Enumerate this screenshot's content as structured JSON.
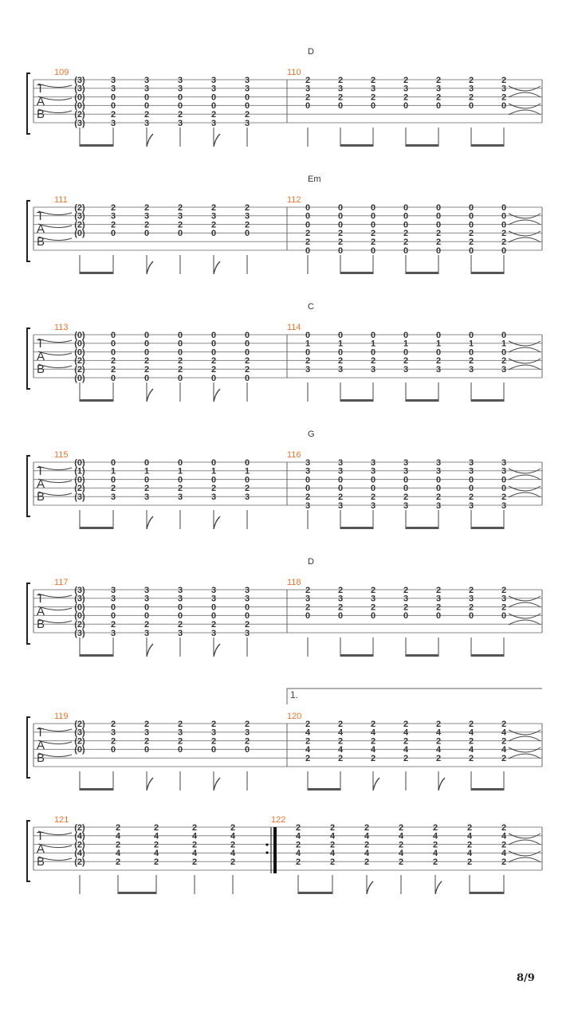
{
  "page": {
    "page_number": "8/9"
  },
  "colors": {
    "measure_number": "#e8742a",
    "staff": "#888888",
    "notes": "#333333"
  },
  "systems": [
    {
      "measures": [
        {
          "number": "109",
          "chord": "",
          "columns": [
            [
              "(3)",
              "(3)",
              "(0)",
              "(0)",
              "(2)",
              "(3)"
            ],
            [
              "3",
              "3",
              "0",
              "0",
              "2",
              "3"
            ],
            [
              "3",
              "3",
              "0",
              "0",
              "2",
              "3"
            ],
            [
              "3",
              "3",
              "0",
              "0",
              "2",
              "3"
            ],
            [
              "3",
              "3",
              "0",
              "0",
              "2",
              "3"
            ],
            [
              "3",
              "3",
              "0",
              "0",
              "2",
              "3"
            ]
          ],
          "rhythm": [
            [
              "beam",
              0,
              1
            ],
            [
              "flag",
              2
            ],
            [
              "stem",
              3
            ],
            [
              "flag",
              4
            ],
            [
              "stem",
              5
            ]
          ]
        },
        {
          "number": "110",
          "chord": "D",
          "columns": [
            [
              "2",
              "3",
              "2",
              "0",
              "",
              ""
            ],
            [
              "2",
              "3",
              "2",
              "0",
              "",
              ""
            ],
            [
              "2",
              "3",
              "2",
              "0",
              "",
              ""
            ],
            [
              "2",
              "3",
              "2",
              "0",
              "",
              ""
            ],
            [
              "2",
              "3",
              "2",
              "0",
              "",
              ""
            ],
            [
              "2",
              "3",
              "2",
              "0",
              "",
              ""
            ],
            [
              "2",
              "3",
              "2",
              "0",
              "",
              ""
            ]
          ],
          "rhythm": [
            [
              "stem",
              0
            ],
            [
              "beam",
              1,
              2
            ],
            [
              "beam",
              3,
              4
            ],
            [
              "beam",
              5,
              6
            ]
          ]
        }
      ]
    },
    {
      "measures": [
        {
          "number": "111",
          "chord": "",
          "columns": [
            [
              "(2)",
              "(3)",
              "(2)",
              "(0)",
              "",
              ""
            ],
            [
              "2",
              "3",
              "2",
              "0",
              "",
              ""
            ],
            [
              "2",
              "3",
              "2",
              "0",
              "",
              ""
            ],
            [
              "2",
              "3",
              "2",
              "0",
              "",
              ""
            ],
            [
              "2",
              "3",
              "2",
              "0",
              "",
              ""
            ],
            [
              "2",
              "3",
              "2",
              "0",
              "",
              ""
            ]
          ],
          "rhythm": [
            [
              "beam",
              0,
              1
            ],
            [
              "flag",
              2
            ],
            [
              "stem",
              3
            ],
            [
              "flag",
              4
            ],
            [
              "stem",
              5
            ]
          ]
        },
        {
          "number": "112",
          "chord": "Em",
          "columns": [
            [
              "0",
              "0",
              "0",
              "2",
              "2",
              "0"
            ],
            [
              "0",
              "0",
              "0",
              "2",
              "2",
              "0"
            ],
            [
              "0",
              "0",
              "0",
              "2",
              "2",
              "0"
            ],
            [
              "0",
              "0",
              "0",
              "2",
              "2",
              "0"
            ],
            [
              "0",
              "0",
              "0",
              "2",
              "2",
              "0"
            ],
            [
              "0",
              "0",
              "0",
              "2",
              "2",
              "0"
            ],
            [
              "0",
              "0",
              "0",
              "2",
              "2",
              "0"
            ]
          ],
          "rhythm": [
            [
              "stem",
              0
            ],
            [
              "beam",
              1,
              2
            ],
            [
              "beam",
              3,
              4
            ],
            [
              "beam",
              5,
              6
            ]
          ]
        }
      ]
    },
    {
      "measures": [
        {
          "number": "113",
          "chord": "",
          "columns": [
            [
              "(0)",
              "(0)",
              "(0)",
              "(2)",
              "(2)",
              "(0)"
            ],
            [
              "0",
              "0",
              "0",
              "2",
              "2",
              "0"
            ],
            [
              "0",
              "0",
              "0",
              "2",
              "2",
              "0"
            ],
            [
              "0",
              "0",
              "0",
              "2",
              "2",
              "0"
            ],
            [
              "0",
              "0",
              "0",
              "2",
              "2",
              "0"
            ],
            [
              "0",
              "0",
              "0",
              "2",
              "2",
              "0"
            ]
          ],
          "rhythm": [
            [
              "beam",
              0,
              1
            ],
            [
              "flag",
              2
            ],
            [
              "stem",
              3
            ],
            [
              "flag",
              4
            ],
            [
              "stem",
              5
            ]
          ]
        },
        {
          "number": "114",
          "chord": "C",
          "columns": [
            [
              "0",
              "1",
              "0",
              "2",
              "3",
              ""
            ],
            [
              "0",
              "1",
              "0",
              "2",
              "3",
              ""
            ],
            [
              "0",
              "1",
              "0",
              "2",
              "3",
              ""
            ],
            [
              "0",
              "1",
              "0",
              "2",
              "3",
              ""
            ],
            [
              "0",
              "1",
              "0",
              "2",
              "3",
              ""
            ],
            [
              "0",
              "1",
              "0",
              "2",
              "3",
              ""
            ],
            [
              "0",
              "1",
              "0",
              "2",
              "3",
              ""
            ]
          ],
          "rhythm": [
            [
              "stem",
              0
            ],
            [
              "beam",
              1,
              2
            ],
            [
              "beam",
              3,
              4
            ],
            [
              "beam",
              5,
              6
            ]
          ]
        }
      ]
    },
    {
      "measures": [
        {
          "number": "115",
          "chord": "",
          "columns": [
            [
              "(0)",
              "(1)",
              "(0)",
              "(2)",
              "(3)",
              ""
            ],
            [
              "0",
              "1",
              "0",
              "2",
              "3",
              ""
            ],
            [
              "0",
              "1",
              "0",
              "2",
              "3",
              ""
            ],
            [
              "0",
              "1",
              "0",
              "2",
              "3",
              ""
            ],
            [
              "0",
              "1",
              "0",
              "2",
              "3",
              ""
            ],
            [
              "0",
              "1",
              "0",
              "2",
              "3",
              ""
            ]
          ],
          "rhythm": [
            [
              "beam",
              0,
              1
            ],
            [
              "flag",
              2
            ],
            [
              "stem",
              3
            ],
            [
              "flag",
              4
            ],
            [
              "stem",
              5
            ]
          ]
        },
        {
          "number": "116",
          "chord": "G",
          "columns": [
            [
              "3",
              "3",
              "0",
              "0",
              "2",
              "3"
            ],
            [
              "3",
              "3",
              "0",
              "0",
              "2",
              "3"
            ],
            [
              "3",
              "3",
              "0",
              "0",
              "2",
              "3"
            ],
            [
              "3",
              "3",
              "0",
              "0",
              "2",
              "3"
            ],
            [
              "3",
              "3",
              "0",
              "0",
              "2",
              "3"
            ],
            [
              "3",
              "3",
              "0",
              "0",
              "2",
              "3"
            ],
            [
              "3",
              "3",
              "0",
              "0",
              "2",
              "3"
            ]
          ],
          "rhythm": [
            [
              "stem",
              0
            ],
            [
              "beam",
              1,
              2
            ],
            [
              "beam",
              3,
              4
            ],
            [
              "beam",
              5,
              6
            ]
          ]
        }
      ]
    },
    {
      "measures": [
        {
          "number": "117",
          "chord": "",
          "columns": [
            [
              "(3)",
              "(3)",
              "(0)",
              "(0)",
              "(2)",
              "(3)"
            ],
            [
              "3",
              "3",
              "0",
              "0",
              "2",
              "3"
            ],
            [
              "3",
              "3",
              "0",
              "0",
              "2",
              "3"
            ],
            [
              "3",
              "3",
              "0",
              "0",
              "2",
              "3"
            ],
            [
              "3",
              "3",
              "0",
              "0",
              "2",
              "3"
            ],
            [
              "3",
              "3",
              "0",
              "0",
              "2",
              "3"
            ]
          ],
          "rhythm": [
            [
              "beam",
              0,
              1
            ],
            [
              "flag",
              2
            ],
            [
              "stem",
              3
            ],
            [
              "flag",
              4
            ],
            [
              "stem",
              5
            ]
          ]
        },
        {
          "number": "118",
          "chord": "D",
          "columns": [
            [
              "2",
              "3",
              "2",
              "0",
              "",
              ""
            ],
            [
              "2",
              "3",
              "2",
              "0",
              "",
              ""
            ],
            [
              "2",
              "3",
              "2",
              "0",
              "",
              ""
            ],
            [
              "2",
              "3",
              "2",
              "0",
              "",
              ""
            ],
            [
              "2",
              "3",
              "2",
              "0",
              "",
              ""
            ],
            [
              "2",
              "3",
              "2",
              "0",
              "",
              ""
            ],
            [
              "2",
              "3",
              "2",
              "0",
              "",
              ""
            ]
          ],
          "rhythm": [
            [
              "stem",
              0
            ],
            [
              "beam",
              1,
              2
            ],
            [
              "beam",
              3,
              4
            ],
            [
              "beam",
              5,
              6
            ]
          ]
        }
      ]
    },
    {
      "ending_label": "1.",
      "measures": [
        {
          "number": "119",
          "chord": "",
          "columns": [
            [
              "(2)",
              "(3)",
              "(2)",
              "(0)",
              "",
              ""
            ],
            [
              "2",
              "3",
              "2",
              "0",
              "",
              ""
            ],
            [
              "2",
              "3",
              "2",
              "0",
              "",
              ""
            ],
            [
              "2",
              "3",
              "2",
              "0",
              "",
              ""
            ],
            [
              "2",
              "3",
              "2",
              "0",
              "",
              ""
            ],
            [
              "2",
              "3",
              "2",
              "0",
              "",
              ""
            ]
          ],
          "rhythm": [
            [
              "beam",
              0,
              1
            ],
            [
              "flag",
              2
            ],
            [
              "stem",
              3
            ],
            [
              "flag",
              4
            ],
            [
              "stem",
              5
            ]
          ]
        },
        {
          "number": "120",
          "chord": "",
          "columns": [
            [
              "2",
              "4",
              "2",
              "4",
              "2",
              ""
            ],
            [
              "2",
              "4",
              "2",
              "4",
              "2",
              ""
            ],
            [
              "2",
              "4",
              "2",
              "4",
              "2",
              ""
            ],
            [
              "2",
              "4",
              "2",
              "4",
              "2",
              ""
            ],
            [
              "2",
              "4",
              "2",
              "4",
              "2",
              ""
            ],
            [
              "2",
              "4",
              "2",
              "4",
              "2",
              ""
            ],
            [
              "2",
              "4",
              "2",
              "4",
              "2",
              ""
            ]
          ],
          "rhythm": [
            [
              "beam",
              0,
              1
            ],
            [
              "flag",
              2
            ],
            [
              "stem",
              3
            ],
            [
              "flag",
              4
            ],
            [
              "beam",
              5,
              6
            ]
          ]
        }
      ]
    },
    {
      "measures": [
        {
          "number": "121",
          "chord": "",
          "columns": [
            [
              "(2)",
              "(4)",
              "(2)",
              "(4)",
              "(2)",
              ""
            ],
            [
              "2",
              "4",
              "2",
              "4",
              "2",
              ""
            ],
            [
              "2",
              "4",
              "2",
              "4",
              "2",
              ""
            ],
            [
              "2",
              "4",
              "2",
              "4",
              "2",
              ""
            ],
            [
              "2",
              "4",
              "2",
              "4",
              "2",
              ""
            ]
          ],
          "rhythm": [
            [
              "stem",
              0
            ],
            [
              "beam",
              1,
              2
            ],
            [
              "stem",
              3
            ],
            [
              "stem",
              4
            ]
          ]
        },
        {
          "number": "122",
          "chord": "",
          "columns": [
            [
              "2",
              "4",
              "2",
              "4",
              "2",
              ""
            ],
            [
              "2",
              "4",
              "2",
              "4",
              "2",
              ""
            ],
            [
              "2",
              "4",
              "2",
              "4",
              "2",
              ""
            ],
            [
              "2",
              "4",
              "2",
              "4",
              "2",
              ""
            ],
            [
              "2",
              "4",
              "2",
              "4",
              "2",
              ""
            ],
            [
              "2",
              "4",
              "2",
              "4",
              "2",
              ""
            ],
            [
              "2",
              "4",
              "2",
              "4",
              "2",
              ""
            ]
          ],
          "rhythm": [
            [
              "beam",
              0,
              1
            ],
            [
              "flag",
              2
            ],
            [
              "stem",
              3
            ],
            [
              "flag",
              4
            ],
            [
              "beam",
              5,
              6
            ]
          ]
        }
      ]
    }
  ]
}
